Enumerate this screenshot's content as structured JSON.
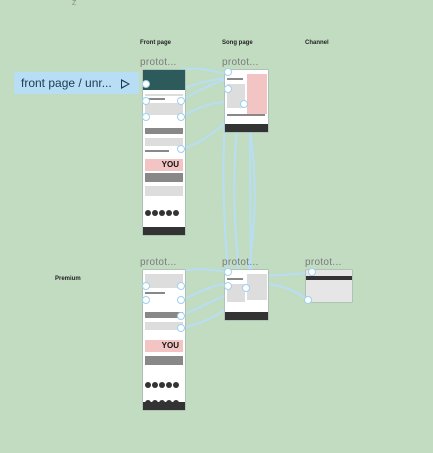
{
  "canvas": {
    "background": "#c2dcc2",
    "wire_color": "#b8def5"
  },
  "corner_mark": "Z",
  "columns": {
    "front_page": "Front page",
    "song_page": "Song page",
    "channel": "Channel"
  },
  "sections": {
    "premium": "Premium"
  },
  "prototype_label": "protot...",
  "flow": {
    "label": "front page / unr...",
    "play_icon": "play-icon"
  },
  "banner_text": "YOU"
}
